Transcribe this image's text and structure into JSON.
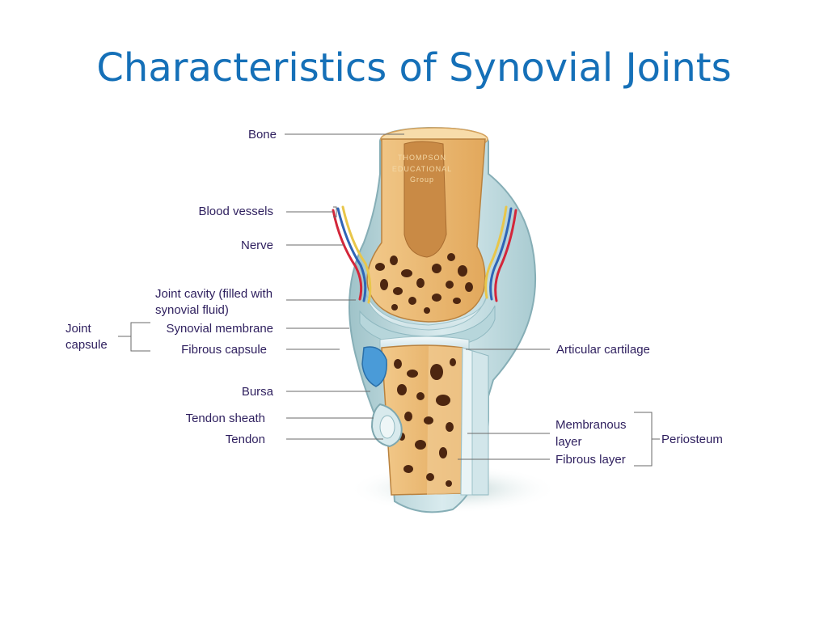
{
  "slide": {
    "title": "Characteristics of Synovial Joints"
  },
  "colors": {
    "title": "#1570b8",
    "label_text": "#2e1f5e",
    "leader_line": "#6a6a6a",
    "bone": "#e9b46e",
    "marrow": "#b57a3e",
    "spongy_hole": "#5a2e12",
    "capsule": "#c7dfe3",
    "capsule_dark": "#8fb8c0",
    "cartilage": "#e6f1f3",
    "artery": "#d3263a",
    "vein": "#2f64b6",
    "nerve": "#e8c64a",
    "bursa": "#4a9bd8"
  },
  "labels": {
    "bone": "Bone",
    "blood_vessels": "Blood vessels",
    "nerve": "Nerve",
    "joint_cavity_line1": "Joint cavity (filled with",
    "joint_cavity_line2": "synovial fluid)",
    "joint_capsule_line1": "Joint",
    "joint_capsule_line2": "capsule",
    "synovial_membrane": "Synovial membrane",
    "fibrous_capsule": "Fibrous capsule",
    "bursa": "Bursa",
    "tendon_sheath": "Tendon sheath",
    "tendon": "Tendon",
    "articular_cartilage": "Articular cartilage",
    "membranous_layer_line1": "Membranous",
    "membranous_layer_line2": "layer",
    "fibrous_layer": "Fibrous layer",
    "periosteum": "Periosteum"
  },
  "watermark": {
    "line1": "THOMPSON",
    "line2": "EDUCATIONAL",
    "line3": "Group"
  }
}
